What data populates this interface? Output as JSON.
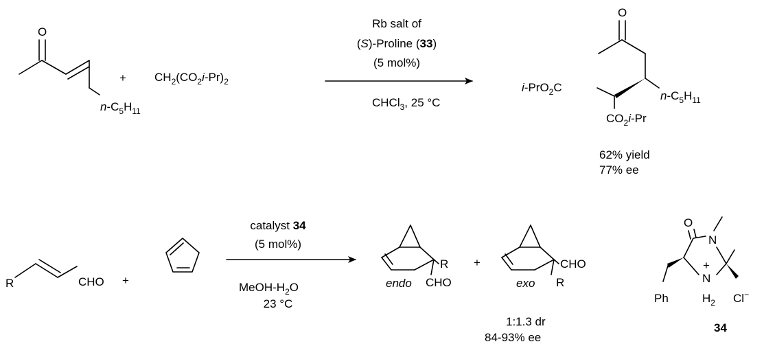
{
  "reaction1": {
    "plus": "+",
    "reagent_a": "CH",
    "reagent_sub1": "2",
    "reagent_b": "(CO",
    "reagent_sub2": "2",
    "reagent_ipr": "i",
    "reagent_c": "-Pr)",
    "reagent_sub3": "2",
    "enone_o": "O",
    "enone_n": "n",
    "enone_c5": "-C",
    "enone_sub5": "5",
    "enone_h": "H",
    "enone_sub11": "11",
    "above_line1": "Rb salt of",
    "above_line2_open": "(",
    "above_line2_s": "S",
    "above_line2_mid": ")-Proline (",
    "above_line2_num": "33",
    "above_line2_close": ")",
    "above_line3": "(5 mol%)",
    "below_chcl": "CHCl",
    "below_sub3": "3",
    "below_temp": ", 25 °C",
    "product_o": "O",
    "product_ipr_i": "i",
    "product_ipr_a": "-PrO",
    "product_ipr_sub": "2",
    "product_ipr_c": "C",
    "product_n": "n",
    "product_c5": "-C",
    "product_sub5": "5",
    "product_h": "H",
    "product_sub11": "11",
    "product_co": "CO",
    "product_co_sub": "2",
    "product_co_i": "i",
    "product_co_pr": "-Pr",
    "yield": "62% yield",
    "ee": "77% ee"
  },
  "reaction2": {
    "r_label": "R",
    "cho": "CHO",
    "plus1": "+",
    "plus2": "+",
    "above_line1_a": "catalyst ",
    "above_line1_num": "34",
    "above_line2": "(5 mol%)",
    "below_line1_a": "MeOH-H",
    "below_sub": "2",
    "below_line1_b": "O",
    "below_line2": "23 °C",
    "endo_r": "R",
    "endo_cho": "CHO",
    "endo_label": "endo",
    "exo_cho": "CHO",
    "exo_r": "R",
    "exo_label": "exo",
    "dr": "1:1.3 dr",
    "ee": "84-93% ee",
    "cat_o": "O",
    "cat_n": "N",
    "cat_plus": "+",
    "cat_nh": "N",
    "cat_h": "H",
    "cat_hsub": "2",
    "cat_ph": "Ph",
    "cat_cl": "Cl",
    "cat_cl_charge": "−",
    "cat_label": "34"
  }
}
